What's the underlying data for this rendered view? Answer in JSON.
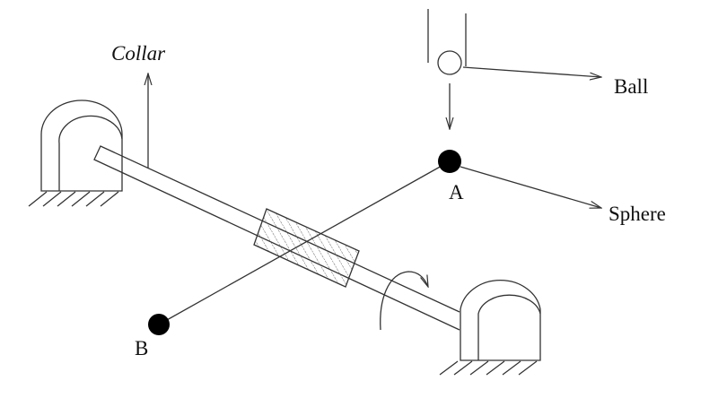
{
  "labels": {
    "collar": "Collar",
    "ball": "Ball",
    "sphere": "Sphere",
    "point_a": "A",
    "point_b": "B"
  },
  "colors": {
    "stroke": "#333333",
    "fill_dark": "#000000",
    "background": "#ffffff"
  }
}
